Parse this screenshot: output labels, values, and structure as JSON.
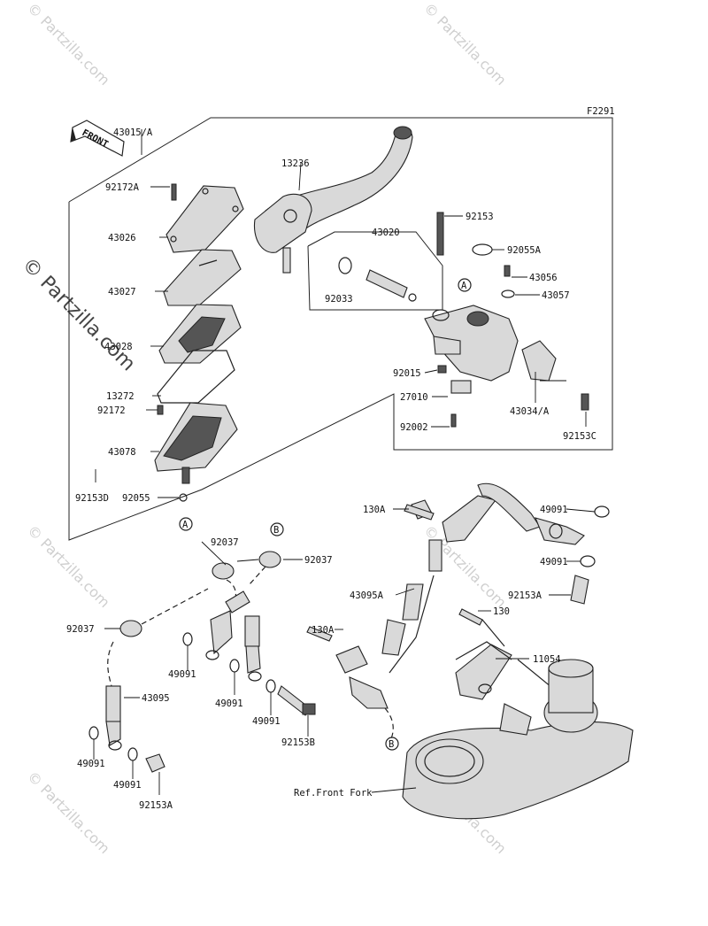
{
  "figure_code": "F2291",
  "front_marker": "FRONT",
  "watermark": "© Partzilla.com",
  "ref_label": "Ref.Front Fork",
  "callouts": {
    "a": "A",
    "b": "B"
  },
  "labels": [
    {
      "id": "43015A",
      "text": "43015/A"
    },
    {
      "id": "13236",
      "text": "13236"
    },
    {
      "id": "92172A",
      "text": "92172A"
    },
    {
      "id": "43026",
      "text": "43026"
    },
    {
      "id": "43027",
      "text": "43027"
    },
    {
      "id": "43028",
      "text": "43028"
    },
    {
      "id": "13272",
      "text": "13272"
    },
    {
      "id": "92172",
      "text": "92172"
    },
    {
      "id": "43078",
      "text": "43078"
    },
    {
      "id": "92153D",
      "text": "92153D"
    },
    {
      "id": "92055",
      "text": "92055"
    },
    {
      "id": "43020",
      "text": "43020"
    },
    {
      "id": "92033",
      "text": "92033"
    },
    {
      "id": "92153",
      "text": "92153"
    },
    {
      "id": "92055A",
      "text": "92055A"
    },
    {
      "id": "43056",
      "text": "43056"
    },
    {
      "id": "43057",
      "text": "43057"
    },
    {
      "id": "92015",
      "text": "92015"
    },
    {
      "id": "27010",
      "text": "27010"
    },
    {
      "id": "92002",
      "text": "92002"
    },
    {
      "id": "43034A",
      "text": "43034/A"
    },
    {
      "id": "92153C",
      "text": "92153C"
    },
    {
      "id": "130A_1",
      "text": "130A"
    },
    {
      "id": "49091_1",
      "text": "49091"
    },
    {
      "id": "49091_2",
      "text": "49091"
    },
    {
      "id": "92153A_1",
      "text": "92153A"
    },
    {
      "id": "43095A",
      "text": "43095A"
    },
    {
      "id": "130",
      "text": "130"
    },
    {
      "id": "130A_2",
      "text": "130A"
    },
    {
      "id": "11054",
      "text": "11054"
    },
    {
      "id": "92037_1",
      "text": "92037"
    },
    {
      "id": "92037_2",
      "text": "92037"
    },
    {
      "id": "92037_3",
      "text": "92037"
    },
    {
      "id": "49091_3",
      "text": "49091"
    },
    {
      "id": "49091_4",
      "text": "49091"
    },
    {
      "id": "49091_5",
      "text": "49091"
    },
    {
      "id": "92153B",
      "text": "92153B"
    },
    {
      "id": "43095",
      "text": "43095"
    },
    {
      "id": "49091_6",
      "text": "49091"
    },
    {
      "id": "49091_7",
      "text": "49091"
    },
    {
      "id": "92153A_2",
      "text": "92153A"
    }
  ]
}
